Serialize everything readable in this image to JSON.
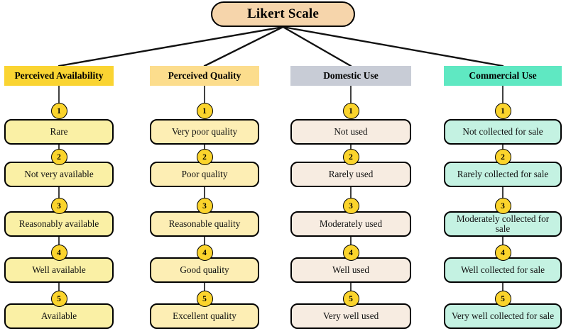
{
  "diagram": {
    "title": "Likert Scale",
    "root": {
      "label": "Likert Scale",
      "fill": "#f6d5ab"
    },
    "columns": [
      {
        "header": "Perceived Availability",
        "header_fill": "#fad432",
        "box_fill": "#faf0a5",
        "items": [
          {
            "number": "1",
            "label": "Rare"
          },
          {
            "number": "2",
            "label": "Not very available"
          },
          {
            "number": "3",
            "label": "Reasonably available"
          },
          {
            "number": "4",
            "label": "Well available"
          },
          {
            "number": "5",
            "label": "Available"
          }
        ]
      },
      {
        "header": "Perceived Quality",
        "header_fill": "#fcdd8d",
        "box_fill": "#fdeeb4",
        "items": [
          {
            "number": "1",
            "label": "Very poor quality"
          },
          {
            "number": "2",
            "label": "Poor quality"
          },
          {
            "number": "3",
            "label": "Reasonable quality"
          },
          {
            "number": "4",
            "label": "Good quality"
          },
          {
            "number": "5",
            "label": "Excellent quality"
          }
        ]
      },
      {
        "header": "Domestic Use",
        "header_fill": "#c8ccd6",
        "box_fill": "#f7ece1",
        "items": [
          {
            "number": "1",
            "label": "Not used"
          },
          {
            "number": "2",
            "label": "Rarely used"
          },
          {
            "number": "3",
            "label": "Moderately used"
          },
          {
            "number": "4",
            "label": "Well used"
          },
          {
            "number": "5",
            "label": "Very well used"
          }
        ]
      },
      {
        "header": "Commercial Use",
        "header_fill": "#5fe8c2",
        "box_fill": "#c4f2e2",
        "items": [
          {
            "number": "1",
            "label": "Not collected for sale"
          },
          {
            "number": "2",
            "label": "Rarely collected for sale"
          },
          {
            "number": "3",
            "label": "Moderately collected for sale"
          },
          {
            "number": "4",
            "label": "Well collected for sale"
          },
          {
            "number": "5",
            "label": "Very well collected for sale"
          }
        ]
      }
    ],
    "circle_fill": "#fbd42c",
    "stroke": "#000000"
  }
}
